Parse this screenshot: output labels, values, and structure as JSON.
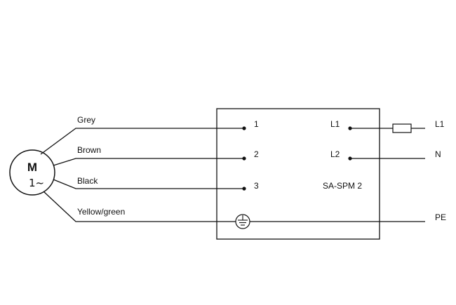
{
  "motor": {
    "letter": "M",
    "phase": "1~"
  },
  "wires": {
    "grey": "Grey",
    "brown": "Brown",
    "black": "Black",
    "yellow_green": "Yellow/green"
  },
  "terminals": {
    "t1": "1",
    "t2": "2",
    "t3": "3",
    "l1": "L1",
    "l2": "L2"
  },
  "module_name": "SA-SPM 2",
  "supply": {
    "l1": "L1",
    "n": "N",
    "pe": "PE"
  },
  "colors": {
    "line": "#111111",
    "background": "#ffffff"
  }
}
